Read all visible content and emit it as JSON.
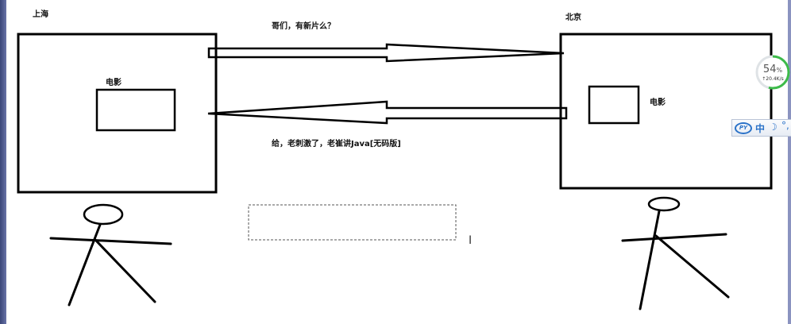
{
  "labels": {
    "shanghai": "上海",
    "beijing": "北京",
    "movie_left": "电影",
    "movie_right": "电影",
    "question": "哥们，有新片么？",
    "answer": "给，老刺激了，老崔讲Java[无码版]"
  },
  "network_widget": {
    "percent": "54",
    "percent_unit": "%",
    "speed": "↑20.4K/s",
    "progress": 0.54,
    "ring_color": "#3dbb4a"
  },
  "ime_toolbar": {
    "logo_icon": "pinyin-logo-icon",
    "language": "中",
    "mode_icon": "half-moon-icon",
    "punct": "°,"
  },
  "colors": {
    "line": "#000000",
    "left_frame": "#3a4678",
    "ime_blue": "#2a72c8"
  }
}
